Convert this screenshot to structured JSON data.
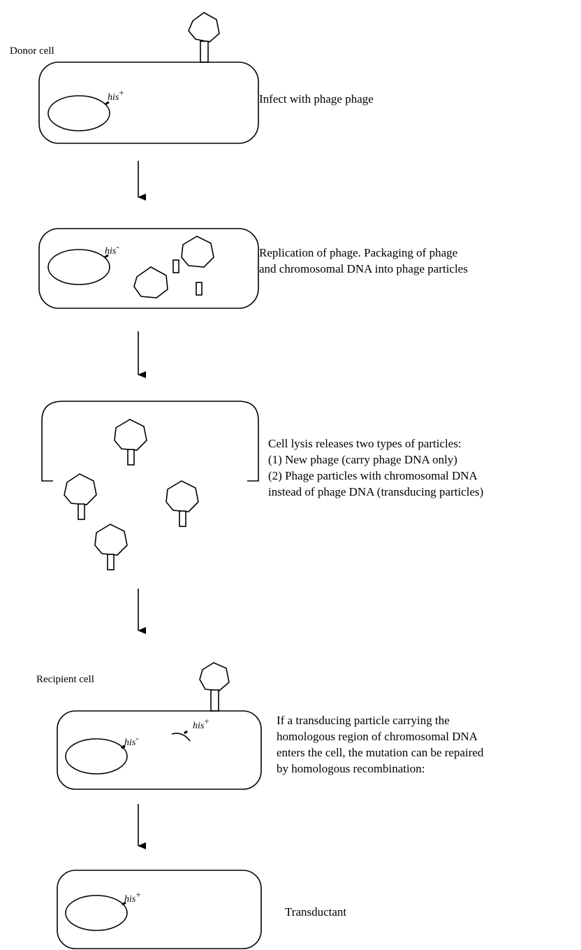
{
  "cells": {
    "donor_label": "Donor cell",
    "recipient_label": "Recipient cell"
  },
  "genes": {
    "his_base": "his",
    "plus": "+",
    "minus": "-"
  },
  "steps": {
    "infect": "Infect with phage phage",
    "replication": [
      "Replication of phage.  Packaging of phage",
      "and chromosomal DNA into phage particles"
    ],
    "lysis": [
      "Cell lysis releases two types of particles:",
      "(1) New phage (carry phage DNA only)",
      "(2) Phage particles with chromosomal DNA",
      "instead of phage DNA (transducing particles)"
    ],
    "recombination": [
      "If a transducing particle carrying the",
      "homologous region of chromosomal DNA",
      "enters the cell, the mutation can be repaired",
      "by homologous recombination:"
    ],
    "transductant": "Transductant"
  }
}
